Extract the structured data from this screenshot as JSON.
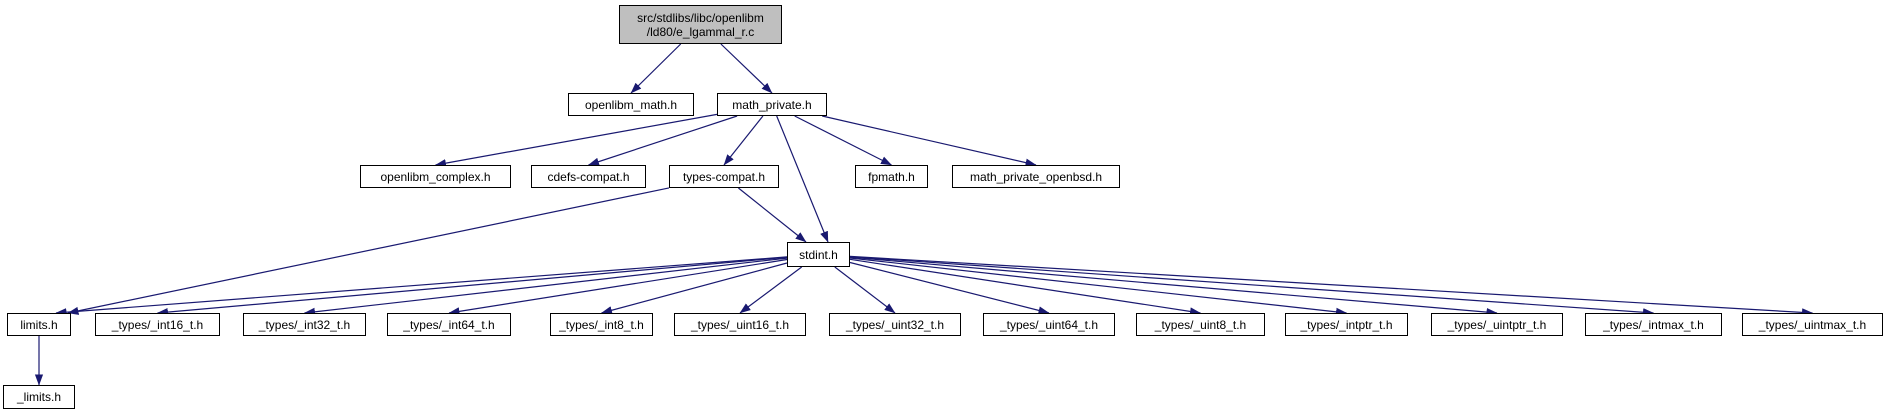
{
  "diagram": {
    "type": "include-dependency-graph",
    "colors": {
      "edge": "#191970",
      "main_node_fill": "#bfbfbf",
      "node_fill": "#ffffff",
      "node_border": "#000000",
      "text": "#000000"
    },
    "nodes": [
      {
        "id": "root",
        "label_lines": [
          "src/stdlibs/libc/openlibm",
          "/ld80/e_lgammal_r.c"
        ],
        "main": true
      },
      {
        "id": "openlibm_math",
        "label_lines": [
          "openlibm_math.h"
        ]
      },
      {
        "id": "math_private",
        "label_lines": [
          "math_private.h"
        ]
      },
      {
        "id": "openlibm_complex",
        "label_lines": [
          "openlibm_complex.h"
        ]
      },
      {
        "id": "cdefs_compat",
        "label_lines": [
          "cdefs-compat.h"
        ]
      },
      {
        "id": "types_compat",
        "label_lines": [
          "types-compat.h"
        ]
      },
      {
        "id": "fpmath",
        "label_lines": [
          "fpmath.h"
        ]
      },
      {
        "id": "math_private_openbsd",
        "label_lines": [
          "math_private_openbsd.h"
        ]
      },
      {
        "id": "stdint",
        "label_lines": [
          "stdint.h"
        ]
      },
      {
        "id": "limits",
        "label_lines": [
          "limits.h"
        ]
      },
      {
        "id": "int16",
        "label_lines": [
          "_types/_int16_t.h"
        ]
      },
      {
        "id": "int32",
        "label_lines": [
          "_types/_int32_t.h"
        ]
      },
      {
        "id": "int64",
        "label_lines": [
          "_types/_int64_t.h"
        ]
      },
      {
        "id": "int8",
        "label_lines": [
          "_types/_int8_t.h"
        ]
      },
      {
        "id": "uint16",
        "label_lines": [
          "_types/_uint16_t.h"
        ]
      },
      {
        "id": "uint32",
        "label_lines": [
          "_types/_uint32_t.h"
        ]
      },
      {
        "id": "uint64",
        "label_lines": [
          "_types/_uint64_t.h"
        ]
      },
      {
        "id": "uint8",
        "label_lines": [
          "_types/_uint8_t.h"
        ]
      },
      {
        "id": "intptr",
        "label_lines": [
          "_types/_intptr_t.h"
        ]
      },
      {
        "id": "uintptr",
        "label_lines": [
          "_types/_uintptr_t.h"
        ]
      },
      {
        "id": "intmax",
        "label_lines": [
          "_types/_intmax_t.h"
        ]
      },
      {
        "id": "uintmax",
        "label_lines": [
          "_types/_uintmax_t.h"
        ]
      },
      {
        "id": "_limits",
        "label_lines": [
          "_limits.h"
        ]
      }
    ],
    "edges": [
      {
        "from": "root",
        "to": "openlibm_math"
      },
      {
        "from": "root",
        "to": "math_private"
      },
      {
        "from": "math_private",
        "to": "openlibm_complex"
      },
      {
        "from": "math_private",
        "to": "cdefs_compat"
      },
      {
        "from": "math_private",
        "to": "types_compat"
      },
      {
        "from": "math_private",
        "to": "stdint"
      },
      {
        "from": "math_private",
        "to": "fpmath"
      },
      {
        "from": "math_private",
        "to": "math_private_openbsd"
      },
      {
        "from": "types_compat",
        "to": "limits"
      },
      {
        "from": "types_compat",
        "to": "stdint"
      },
      {
        "from": "stdint",
        "to": "limits"
      },
      {
        "from": "stdint",
        "to": "int16"
      },
      {
        "from": "stdint",
        "to": "int32"
      },
      {
        "from": "stdint",
        "to": "int64"
      },
      {
        "from": "stdint",
        "to": "int8"
      },
      {
        "from": "stdint",
        "to": "uint16"
      },
      {
        "from": "stdint",
        "to": "uint32"
      },
      {
        "from": "stdint",
        "to": "uint64"
      },
      {
        "from": "stdint",
        "to": "uint8"
      },
      {
        "from": "stdint",
        "to": "intptr"
      },
      {
        "from": "stdint",
        "to": "uintptr"
      },
      {
        "from": "stdint",
        "to": "intmax"
      },
      {
        "from": "stdint",
        "to": "uintmax"
      },
      {
        "from": "limits",
        "to": "_limits"
      }
    ]
  }
}
